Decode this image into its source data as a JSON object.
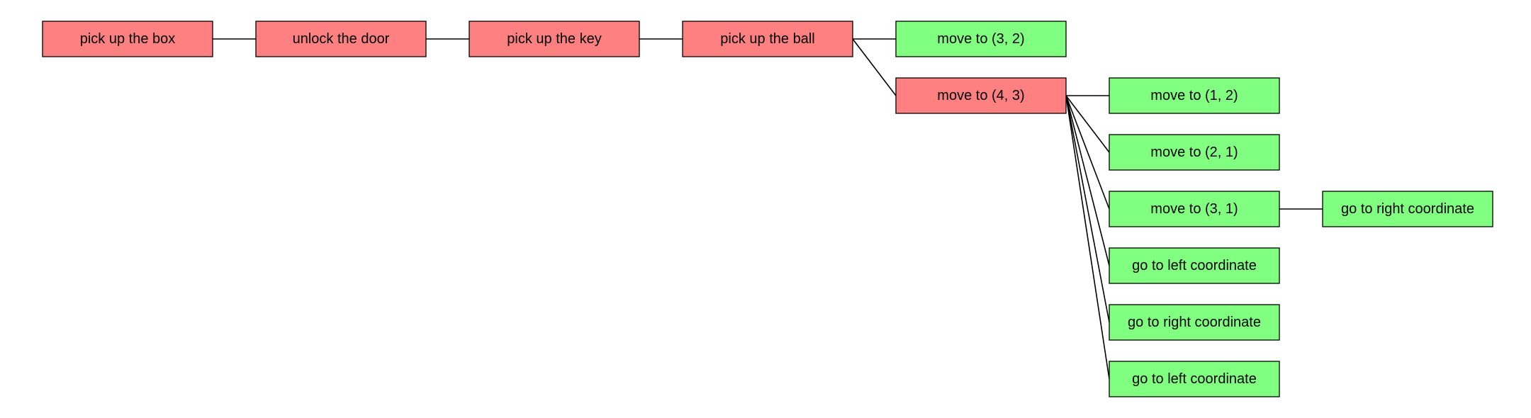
{
  "colors": {
    "red_node": "#ff8080",
    "green_node": "#80ff80",
    "edge": "#000000",
    "background": "#ffffff"
  },
  "nodes": [
    {
      "id": "n1",
      "label": "pick up the box",
      "status": "red"
    },
    {
      "id": "n2",
      "label": "unlock the door",
      "status": "red"
    },
    {
      "id": "n3",
      "label": "pick up the key",
      "status": "red"
    },
    {
      "id": "n4",
      "label": "pick up the ball",
      "status": "red"
    },
    {
      "id": "n5",
      "label": "move to (3, 2)",
      "status": "green"
    },
    {
      "id": "n6",
      "label": "move to (4, 3)",
      "status": "red"
    },
    {
      "id": "n7",
      "label": "move to (1, 2)",
      "status": "green"
    },
    {
      "id": "n8",
      "label": "move to (2, 1)",
      "status": "green"
    },
    {
      "id": "n9",
      "label": "move to (3, 1)",
      "status": "green"
    },
    {
      "id": "n10",
      "label": "go to right coordinate",
      "status": "green"
    },
    {
      "id": "n11",
      "label": "go to left coordinate",
      "status": "green"
    },
    {
      "id": "n12",
      "label": "go to right coordinate",
      "status": "green"
    },
    {
      "id": "n13",
      "label": "go to left coordinate",
      "status": "green"
    }
  ],
  "edges": [
    [
      "n1",
      "n2"
    ],
    [
      "n2",
      "n3"
    ],
    [
      "n3",
      "n4"
    ],
    [
      "n4",
      "n5"
    ],
    [
      "n4",
      "n6"
    ],
    [
      "n6",
      "n7"
    ],
    [
      "n6",
      "n8"
    ],
    [
      "n6",
      "n9"
    ],
    [
      "n9",
      "n10"
    ],
    [
      "n6",
      "n11"
    ],
    [
      "n6",
      "n12"
    ],
    [
      "n6",
      "n13"
    ]
  ]
}
